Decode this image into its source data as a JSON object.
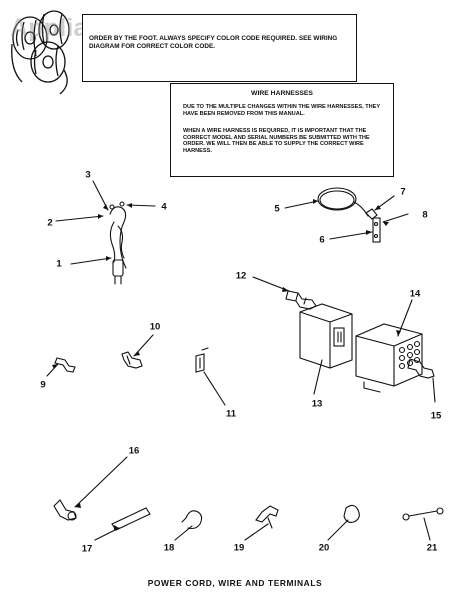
{
  "watermark": "AppliancePartsPros.com",
  "note_box": {
    "lines": "ORDER BY THE FOOT. ALWAYS SPECIFY COLOR CODE REQUIRED. SEE WIRING DIAGRAM FOR CORRECT COLOR CODE."
  },
  "wire_harness_box": {
    "title": "WIRE HARNESSES",
    "para1": "DUE TO THE MULTIPLE CHANGES WITHIN THE WIRE HARNESSES, THEY HAVE BEEN REMOVED FROM THIS MANUAL.",
    "para2": "WHEN A WIRE HARNESS IS REQUIRED, IT IS IMPORTANT THAT THE CORRECT MODEL AND SERIAL NUMBERS BE SUBMITTED WITH THE ORDER. WE WILL THEN BE ABLE TO SUPPLY THE CORRECT WIRE HARNESS."
  },
  "callouts": [
    "1",
    "2",
    "3",
    "4",
    "5",
    "6",
    "7",
    "8",
    "9",
    "10",
    "11",
    "12",
    "13",
    "14",
    "15",
    "16",
    "17",
    "18",
    "19",
    "20",
    "21"
  ],
  "caption": "POWER CORD, WIRE AND TERMINALS"
}
